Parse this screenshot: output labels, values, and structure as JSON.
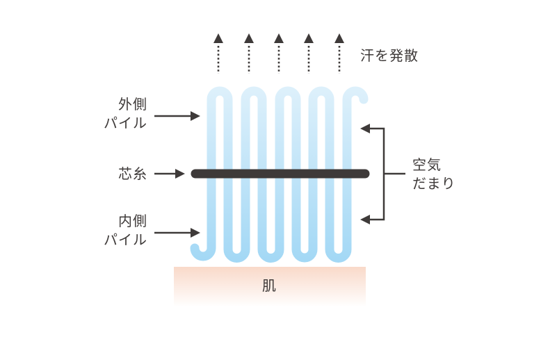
{
  "labels": {
    "sweat": "汗を発散",
    "outer_pile": [
      "外側",
      "パイル"
    ],
    "core_yarn": "芯糸",
    "inner_pile": [
      "内側",
      "パイル"
    ],
    "air_pocket": [
      "空気",
      "だまり"
    ],
    "skin": "肌"
  },
  "colors": {
    "text": "#3e3a39",
    "pile_top": "#ddf0fb",
    "pile_bottom": "#a3d8f5",
    "skin_top": "#f9d9c9",
    "core": "#3e3a39"
  }
}
